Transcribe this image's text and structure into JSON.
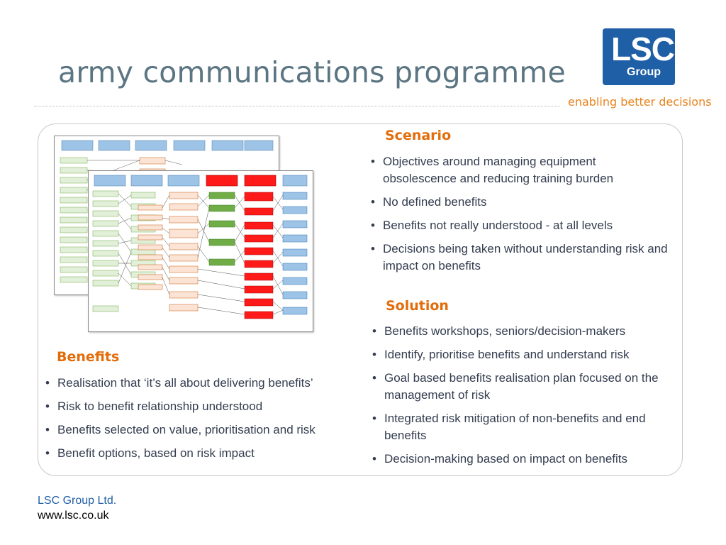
{
  "header": {
    "title": "army communications programme",
    "logo_text": "LSC",
    "logo_subtext": "Group",
    "tagline": "enabling better decisions"
  },
  "scenario": {
    "heading": "Scenario",
    "items": [
      "Objectives around managing equipment obsolescence and reducing training burden",
      "No defined benefits",
      "Benefits not really understood - at all levels",
      "Decisions being taken without understanding risk and impact on benefits"
    ]
  },
  "solution": {
    "heading": "Solution",
    "items": [
      "Benefits workshops, seniors/decision-makers",
      "Identify, prioritise benefits and understand risk",
      "Goal based benefits realisation plan focused on the management of risk",
      "Integrated risk mitigation of non-benefits and end benefits",
      "Decision-making based on impact on benefits"
    ]
  },
  "benefits": {
    "heading": "Benefits",
    "items": [
      "Realisation that ‘it’s all about delivering benefits’",
      "Risk to benefit relationship understood",
      "Benefits selected on value, prioritisation and risk",
      "Benefit options, based on risk impact"
    ]
  },
  "footer": {
    "company": "LSC Group Ltd.",
    "website": "www.lsc.co.uk"
  },
  "colors": {
    "title": "#5b7582",
    "heading_orange": "#e36c0a",
    "tagline_orange": "#e8821e",
    "logo_blue": "#1f5fa6",
    "body_text": "#333d4f"
  }
}
